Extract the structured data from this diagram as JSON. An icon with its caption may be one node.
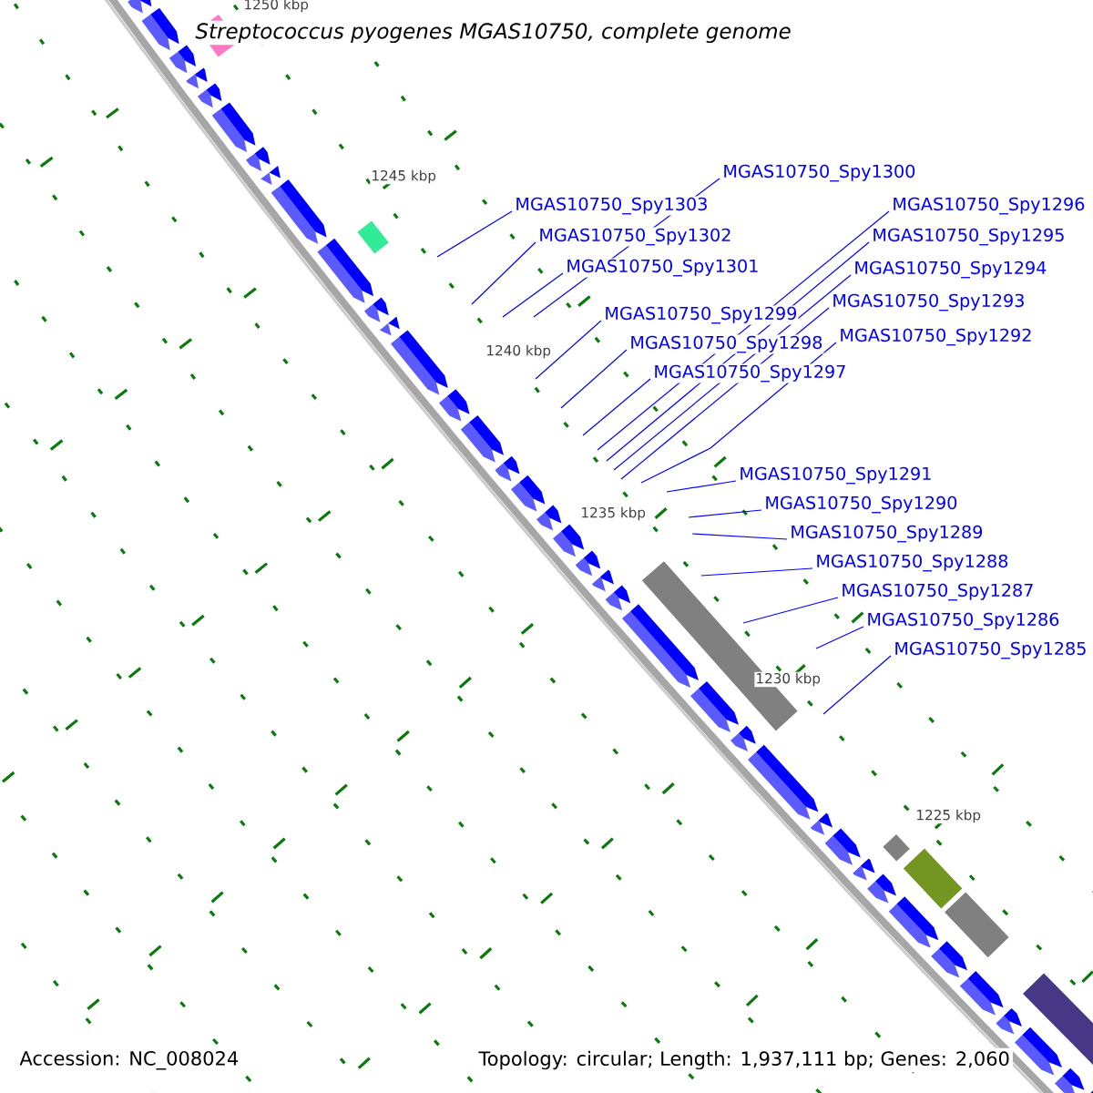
{
  "diagram": {
    "title": "Streptococcus pyogenes MGAS10750, complete genome",
    "nodes": [
      {
        "text": [
          "MGAS10750_Spy1303"
        ]
      },
      {
        "text": [
          "MGAS10750_Spy1302"
        ]
      },
      {
        "text": [
          "MGAS10750_Spy1301"
        ]
      },
      {
        "text": [
          "MGAS10750_Spy1300"
        ]
      },
      {
        "text": [
          "MGAS10750_Spy1299"
        ]
      },
      {
        "text": [
          "MGAS10750_Spy1298"
        ]
      },
      {
        "text": [
          "MGAS10750_Spy1297"
        ]
      },
      {
        "text": [
          "MGAS10750_Spy1296"
        ]
      },
      {
        "text": [
          "MGAS10750_Spy1295"
        ]
      },
      {
        "text": [
          "MGAS10750_Spy1294"
        ]
      },
      {
        "text": [
          "MGAS10750_Spy1293"
        ]
      },
      {
        "text": [
          "MGAS10750_Spy1292"
        ]
      },
      {
        "text": [
          "MGAS10750_Spy1291"
        ]
      },
      {
        "text": [
          "MGAS10750_Spy1290"
        ]
      },
      {
        "text": [
          "MGAS10750_Spy1289"
        ]
      },
      {
        "text": [
          "MGAS10750_Spy1288"
        ]
      },
      {
        "text": [
          "MGAS10750_Spy1287"
        ]
      },
      {
        "text": [
          "MGAS10750_Spy1286"
        ]
      },
      {
        "text": [
          "MGAS10750_Spy1285"
        ]
      }
    ],
    "edges": [
      {
        "from": 0,
        "to": null,
        "arrow": "none"
      },
      {
        "from": 1,
        "to": null,
        "arrow": "none"
      },
      {
        "from": 2,
        "to": null,
        "arrow": "none"
      },
      {
        "from": 3,
        "to": null,
        "arrow": "none"
      },
      {
        "from": 4,
        "to": null,
        "arrow": "none"
      },
      {
        "from": 5,
        "to": null,
        "arrow": "none"
      },
      {
        "from": 6,
        "to": null,
        "arrow": "none"
      },
      {
        "from": 7,
        "to": null,
        "arrow": "none"
      },
      {
        "from": 8,
        "to": null,
        "arrow": "none"
      },
      {
        "from": 9,
        "to": null,
        "arrow": "none"
      },
      {
        "from": 10,
        "to": null,
        "arrow": "none"
      },
      {
        "from": 11,
        "to": null,
        "arrow": "none"
      },
      {
        "from": 12,
        "to": null,
        "arrow": "none"
      },
      {
        "from": 13,
        "to": null,
        "arrow": "none"
      },
      {
        "from": 14,
        "to": null,
        "arrow": "none"
      },
      {
        "from": 15,
        "to": null,
        "arrow": "none"
      },
      {
        "from": 16,
        "to": null,
        "arrow": "none"
      },
      {
        "from": 17,
        "to": null,
        "arrow": "none"
      },
      {
        "from": 18,
        "to": null,
        "arrow": "none"
      }
    ],
    "labels": [
      "1250 kbp",
      "1245 kbp",
      "1240 kbp",
      "1235 kbp",
      "1230 kbp",
      "1225 kbp",
      "Accession: NC_008024",
      "Topology: circular; Length: 1,937,111 bp; Genes: 2,060"
    ]
  }
}
